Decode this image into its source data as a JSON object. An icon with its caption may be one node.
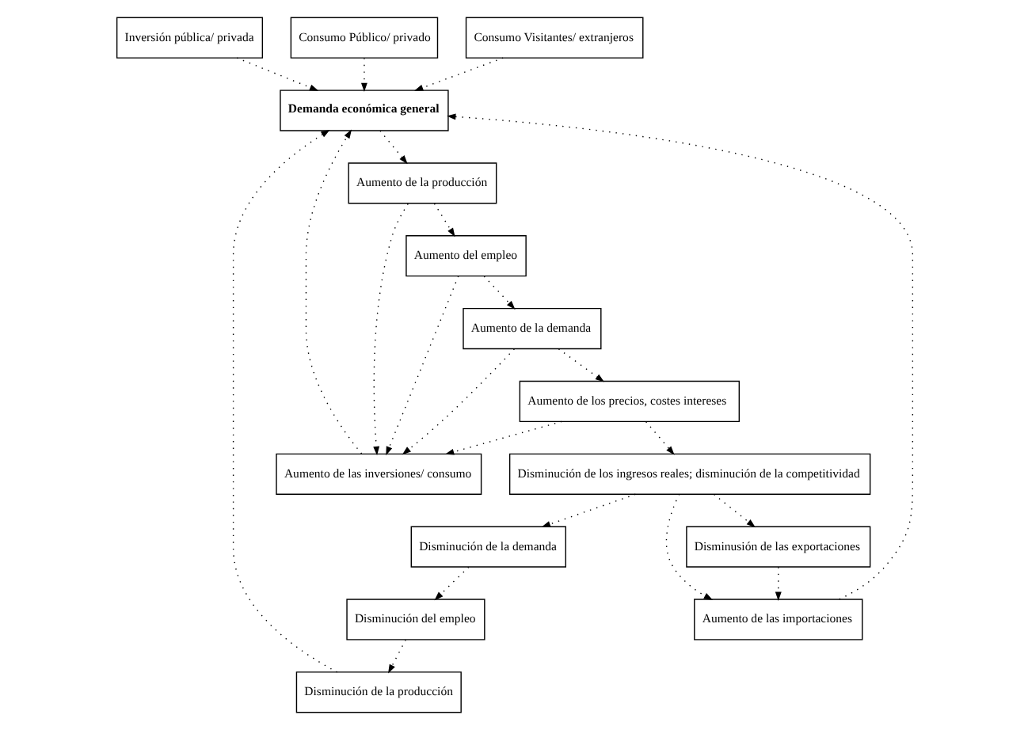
{
  "diagram": {
    "nodes": [
      {
        "text": [
          "Inversión pública/ privada"
        ]
      },
      {
        "text": [
          "Consumo Público/ privado"
        ]
      },
      {
        "text": [
          "Consumo Visitantes/ extranjeros"
        ]
      },
      {
        "text": [
          "Demanda económica general"
        ]
      },
      {
        "text": [
          "Aumento de la producción"
        ]
      },
      {
        "text": [
          "Aumento del empleo"
        ]
      },
      {
        "text": [
          "Aumento de la demanda"
        ]
      },
      {
        "text": [
          "Aumento de las inversiones/ consumo"
        ]
      },
      {
        "text": [
          "Disminución de la producción"
        ]
      },
      {
        "text": [
          "Disminución del empleo"
        ]
      },
      {
        "text": [
          "Disminución de la demanda"
        ]
      },
      {
        "text": [
          "Aumento de las importaciones"
        ]
      },
      {
        "text": [
          "Disminusión de las exportaciones"
        ]
      },
      {
        "text": [
          "Aumento de los precios, costes intereses"
        ]
      },
      {
        "text": [
          "Disminución de los ingresos reales; disminución de la competitividad"
        ]
      }
    ],
    "edges": [
      {
        "from": 0,
        "to": 3,
        "arrow": "to"
      },
      {
        "from": 1,
        "to": 3,
        "arrow": "to"
      },
      {
        "from": 2,
        "to": 3,
        "arrow": "to"
      },
      {
        "from": 3,
        "to": 4,
        "arrow": "to"
      },
      {
        "from": 4,
        "to": 5,
        "arrow": "to"
      },
      {
        "from": 5,
        "to": 6,
        "arrow": "to"
      },
      {
        "from": 4,
        "to": 7,
        "arrow": "to"
      },
      {
        "from": 5,
        "to": 7,
        "arrow": "to"
      },
      {
        "from": 6,
        "to": 7,
        "arrow": "to"
      },
      {
        "from": 7,
        "to": 3,
        "arrow": "to"
      },
      {
        "from": 8,
        "to": 3,
        "arrow": "to"
      },
      {
        "from": 11,
        "to": 3,
        "arrow": "to"
      },
      {
        "from": 9,
        "to": 8,
        "arrow": "to"
      },
      {
        "from": 10,
        "to": 9,
        "arrow": "to"
      },
      {
        "from": 6,
        "to": 13,
        "arrow": "to"
      },
      {
        "from": 13,
        "to": 7,
        "arrow": "to"
      },
      {
        "from": 13,
        "to": 14,
        "arrow": "to"
      },
      {
        "from": 14,
        "to": 10,
        "arrow": "to"
      },
      {
        "from": 14,
        "to": 12,
        "arrow": "to"
      },
      {
        "from": 14,
        "to": 11,
        "arrow": "to"
      },
      {
        "from": 12,
        "to": 11,
        "arrow": "to"
      }
    ]
  }
}
